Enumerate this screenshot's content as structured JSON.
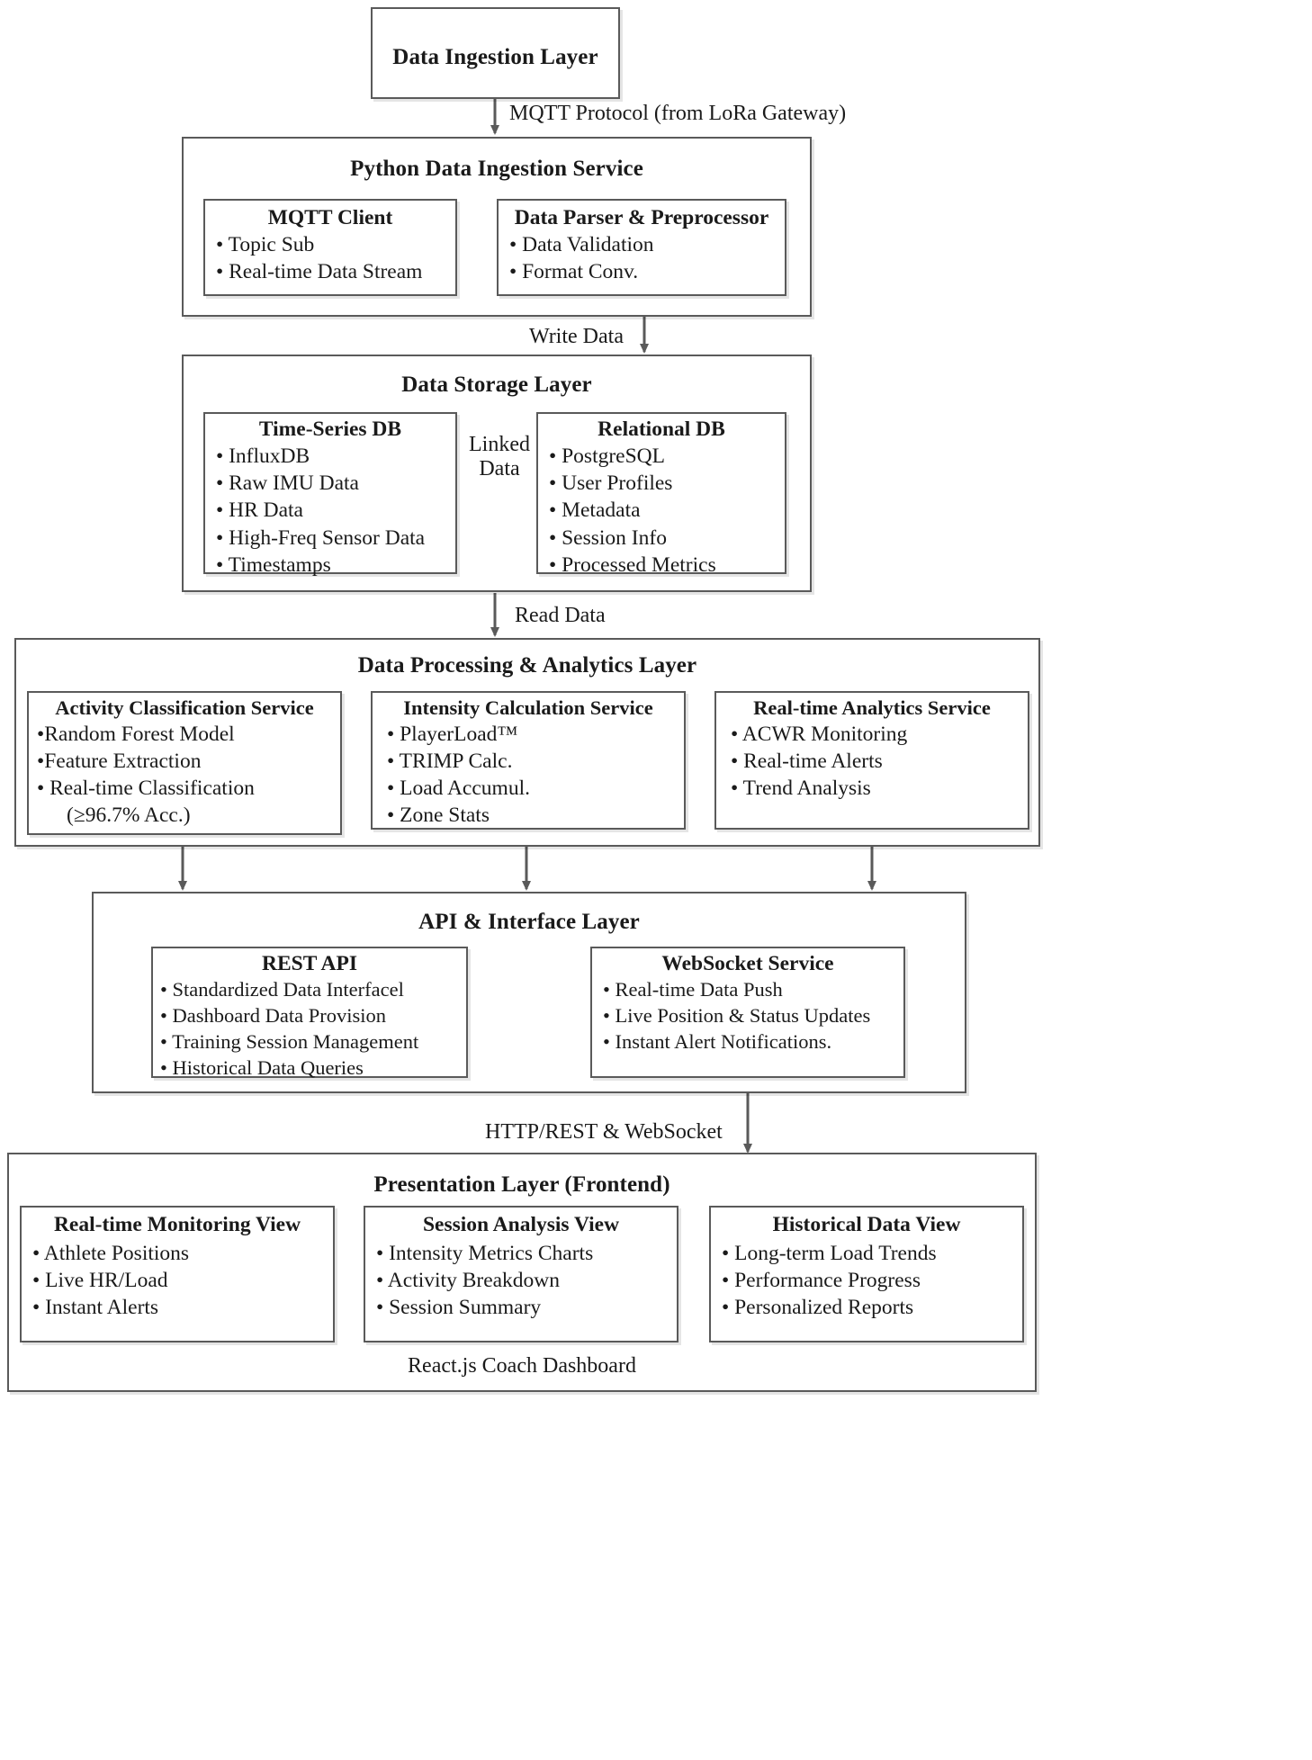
{
  "diagram": {
    "title": "IoT Athlete Monitoring System Architecture",
    "type": "layered-architecture-flowchart"
  },
  "nodes": {
    "ingestion_layer": {
      "title": "Data Ingestion Layer"
    },
    "python_service": {
      "title": "Python Data Ingestion Service",
      "children": {
        "mqtt_client": {
          "title": "MQTT Client",
          "items": [
            "• Topic Sub",
            "• Real-time Data Stream"
          ]
        },
        "parser": {
          "title": "Data Parser & Preprocessor",
          "items": [
            "• Data Validation",
            "• Format Conv."
          ]
        }
      }
    },
    "storage_layer": {
      "title": "Data Storage Layer",
      "children": {
        "tsdb": {
          "title": "Time-Series DB",
          "items": [
            "• InfluxDB",
            "• Raw IMU Data",
            "• HR Data",
            "• High-Freq Sensor Data",
            "• Timestamps"
          ]
        },
        "rdb": {
          "title": "Relational DB",
          "items": [
            "• PostgreSQL",
            "• User Profiles",
            "• Metadata",
            "• Session Info",
            "• Processed Metrics"
          ]
        }
      }
    },
    "analytics_layer": {
      "title": "Data Processing & Analytics Layer",
      "children": {
        "activity": {
          "title": "Activity Classification Service",
          "items": [
            "•Random Forest Model",
            "•Feature Extraction",
            "• Real-time Classification"
          ],
          "continuation": "(≥96.7% Acc.)"
        },
        "intensity": {
          "title": "Intensity Calculation Service",
          "items": [
            "• PlayerLoad™",
            "• TRIMP Calc.",
            "• Load Accumul.",
            "• Zone Stats"
          ]
        },
        "realtime": {
          "title": "Real-time Analytics Service",
          "items": [
            "• ACWR Monitoring",
            "• Real-time Alerts",
            "• Trend Analysis"
          ]
        }
      }
    },
    "api_layer": {
      "title": "API & Interface Layer",
      "children": {
        "rest": {
          "title": "REST API",
          "items": [
            "• Standardized Data Interfacel",
            "• Dashboard Data Provision",
            "• Training Session Management",
            "• Historical Data Queries"
          ]
        },
        "websocket": {
          "title": "WebSocket Service",
          "items": [
            "• Real-time Data Push",
            "• Live Position & Status Updates",
            "• Instant Alert Notifications."
          ]
        }
      }
    },
    "presentation_layer": {
      "title": "Presentation Layer (Frontend)",
      "caption": "React.js Coach Dashboard",
      "children": {
        "monitoring": {
          "title": "Real-time Monitoring View",
          "items": [
            "• Athlete Positions",
            "• Live HR/Load",
            "• Instant Alerts"
          ]
        },
        "session": {
          "title": "Session Analysis View",
          "items": [
            "• Intensity Metrics Charts",
            "• Activity Breakdown",
            "• Session Summary"
          ]
        },
        "historical": {
          "title": "Historical Data View",
          "items": [
            "• Long-term Load Trends",
            "• Performance Progress",
            "• Personalized Reports"
          ]
        }
      }
    }
  },
  "edges": {
    "mqtt_protocol": "MQTT Protocol (from LoRa Gateway)",
    "write_data": "Write Data",
    "linked_data_line1": "Linked",
    "linked_data_line2": "Data",
    "read_data": "Read Data",
    "http_rest_websocket": "HTTP/REST & WebSocket"
  },
  "colors": {
    "border": "#5a5a5a",
    "arrow": "#5a5a5a",
    "text": "#1a1a1a",
    "background": "#ffffff"
  }
}
